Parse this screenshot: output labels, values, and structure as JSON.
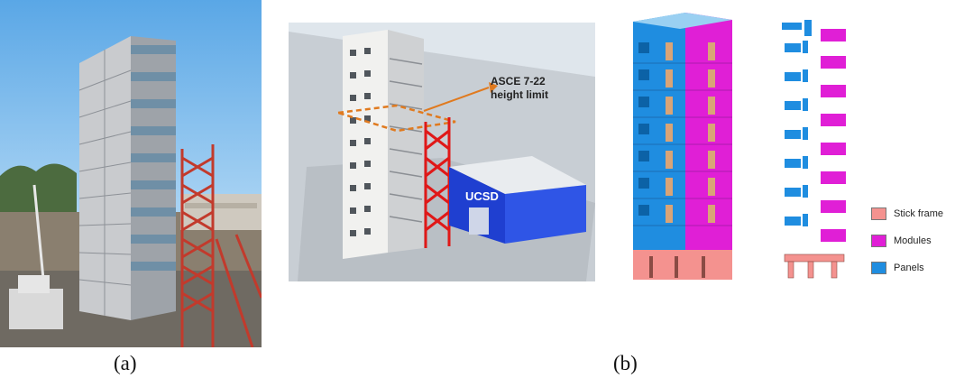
{
  "figure": {
    "captions": {
      "a": "(a)",
      "b": "(b)"
    },
    "annotation": {
      "line1": "ASCE 7-22",
      "line2": "height limit"
    },
    "building_sign": "UCSD",
    "legend": [
      {
        "label": "Stick frame",
        "color": "#f4928f"
      },
      {
        "label": "Modules",
        "color": "#e01fd6"
      },
      {
        "label": "Panels",
        "color": "#1f8de0"
      }
    ]
  }
}
